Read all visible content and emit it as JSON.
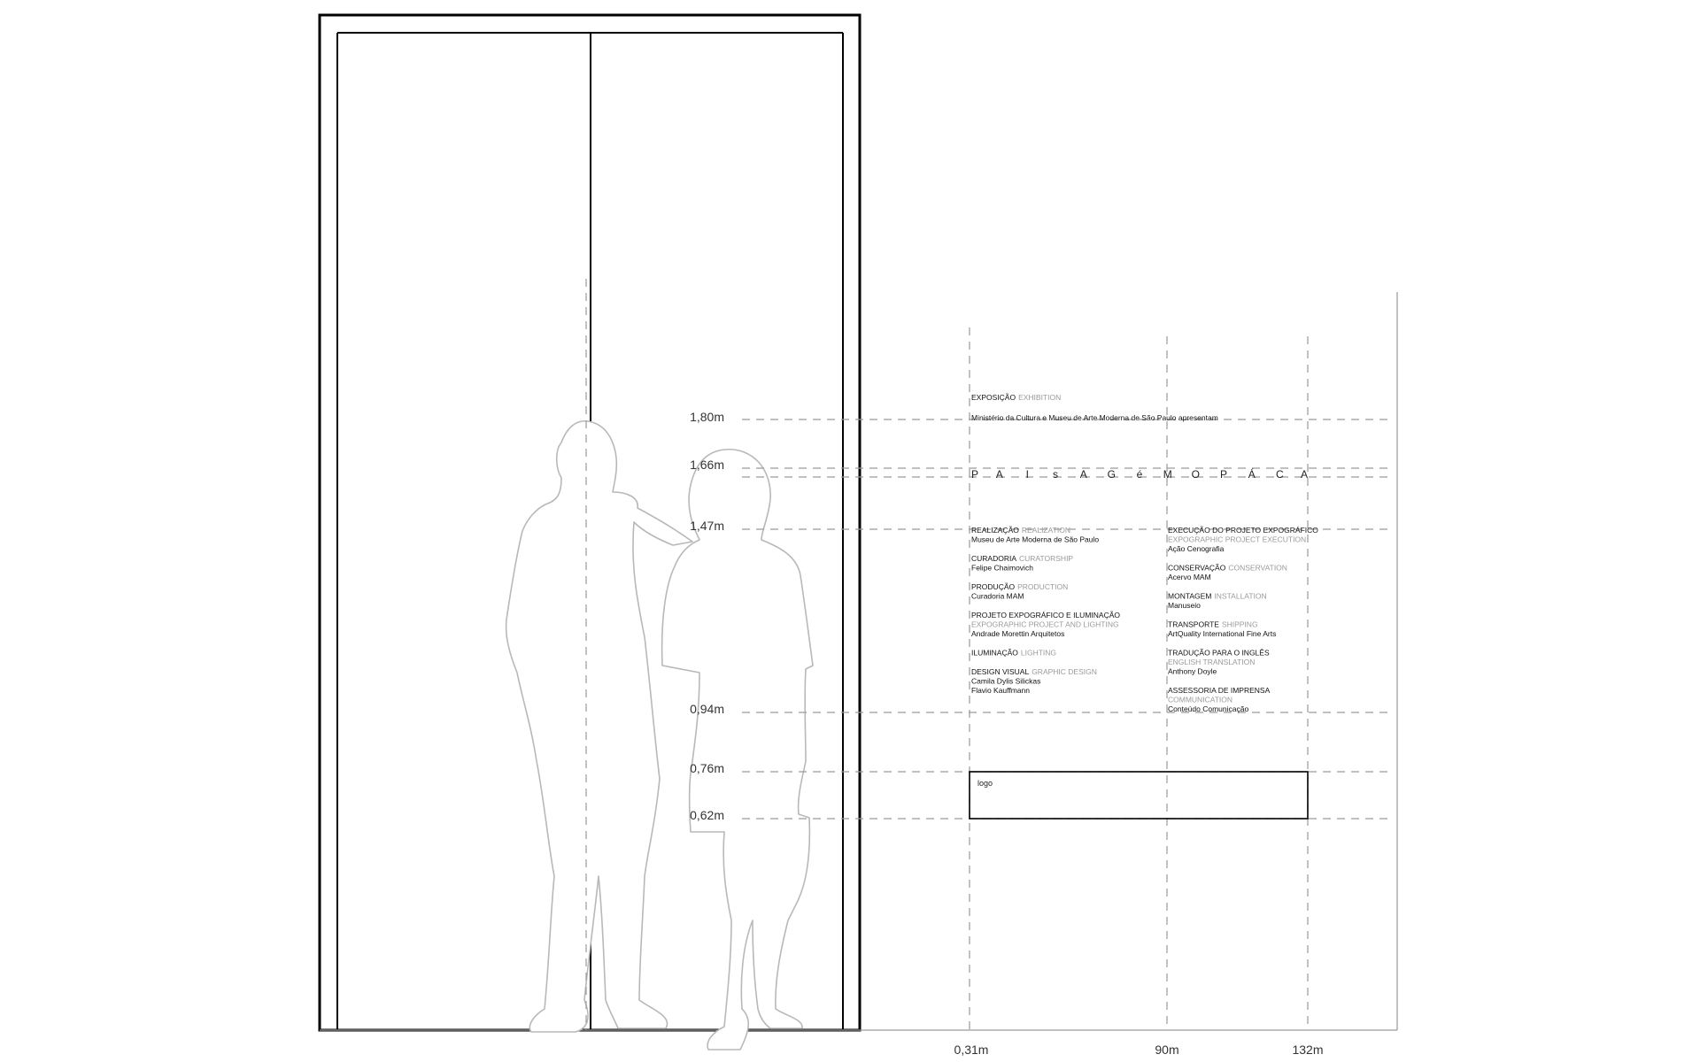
{
  "colors": {
    "line": "#000000",
    "dash": "#9a9a9a",
    "silhouette": "#b8b8b8",
    "text_dark": "#111111",
    "text_light": "#9a9a9a"
  },
  "height_labels": [
    "1,80m",
    "1,66m",
    "1,47m",
    "0,94m",
    "0,76m",
    "0,62m"
  ],
  "width_labels": [
    "0,31m",
    "90m",
    "132m"
  ],
  "panel": {
    "exhibition_pt": "EXPOSIÇÃO",
    "exhibition_en": "EXHIBITION",
    "presenters": "Ministério da Cultura e Museu de Arte Moderna de São Paulo apresentam",
    "title_letters": [
      "P",
      "A",
      "I",
      "s",
      "A",
      "G",
      "é",
      "M",
      "O",
      "P",
      "Á",
      "C",
      "A"
    ],
    "credits_left": [
      {
        "role_pt": "REALIZAÇÃO",
        "role_en": "REALIZATION",
        "role_en2": "",
        "names": [
          "Museu de Arte Moderna de São Paulo"
        ]
      },
      {
        "role_pt": "CURADORIA",
        "role_en": "CURATORSHIP",
        "role_en2": "",
        "names": [
          "Felipe Chaimovich"
        ]
      },
      {
        "role_pt": "PRODUÇÃO",
        "role_en": "PRODUCTION",
        "role_en2": "",
        "names": [
          "Curadoria MAM"
        ]
      },
      {
        "role_pt": "PROJETO EXPOGRÁFICO E ILUMINAÇÃO",
        "role_en": "",
        "role_en2": "EXPOGRAPHIC PROJECT AND LIGHTING",
        "names": [
          "Andrade Morettin Arquitetos"
        ]
      },
      {
        "role_pt": "ILUMINAÇÃO",
        "role_en": "LIGHTING",
        "role_en2": "",
        "names": []
      },
      {
        "role_pt": "DESIGN VISUAL",
        "role_en": "GRAPHIC DESIGN",
        "role_en2": "",
        "names": [
          "Camila Dylis Silickas",
          "Flavio Kauffmann"
        ]
      }
    ],
    "credits_right": [
      {
        "role_pt": "EXECUÇÃO DO PROJETO EXPOGRÁFICO",
        "role_en": "",
        "role_en2": "EXPOGRAPHIC PROJECT EXECUTION",
        "names": [
          "Ação Cenografia"
        ]
      },
      {
        "role_pt": "CONSERVAÇÃO",
        "role_en": "CONSERVATION",
        "role_en2": "",
        "names": [
          "Acervo MAM"
        ]
      },
      {
        "role_pt": "MONTAGEM",
        "role_en": "INSTALLATION",
        "role_en2": "",
        "names": [
          "Manuseio"
        ]
      },
      {
        "role_pt": "TRANSPORTE",
        "role_en": "SHIPPING",
        "role_en2": "",
        "names": [
          "ArtQuality International Fine Arts"
        ]
      },
      {
        "role_pt": "TRADUÇÃO PARA O INGLÊS",
        "role_en": "",
        "role_en2": "ENGLISH TRANSLATION",
        "names": [
          "Anthony Doyle"
        ]
      },
      {
        "role_pt": "ASSESSORIA DE IMPRENSA",
        "role_en": "",
        "role_en2": "COMMUNICATION",
        "names": [
          "Conteúdo Comunicação"
        ]
      }
    ],
    "logo_label": "logo"
  }
}
